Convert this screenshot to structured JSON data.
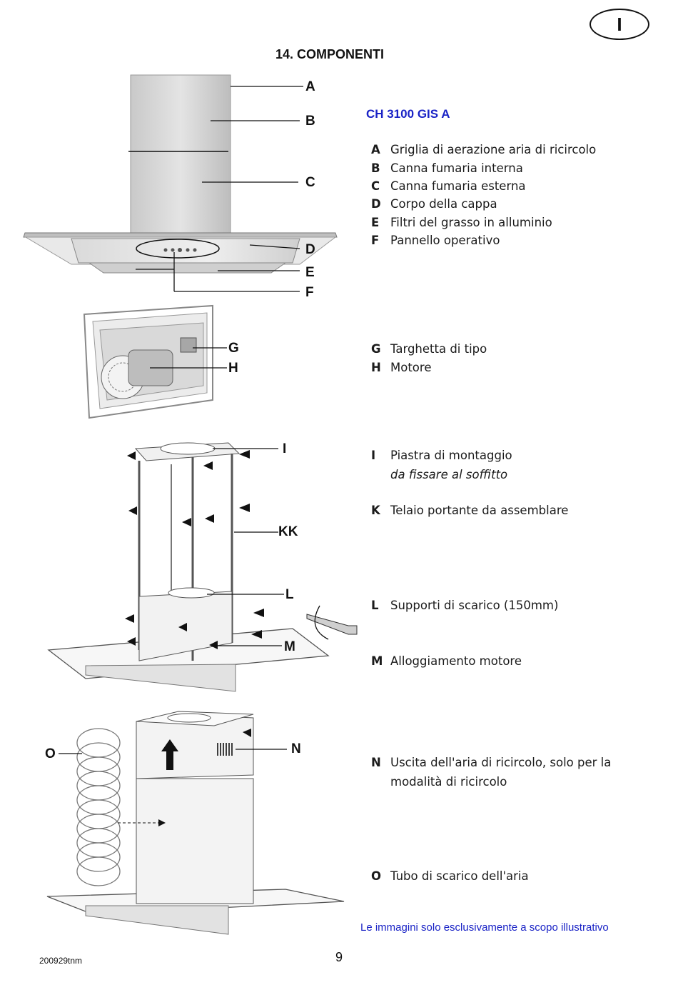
{
  "header": {
    "language_badge": "I",
    "title": "14. COMPONENTI"
  },
  "model": "CH 3100 GIS A",
  "legend": [
    {
      "key": "A",
      "text": "Griglia di aerazione aria di ricircolo"
    },
    {
      "key": "B",
      "text": "Canna fumaria interna"
    },
    {
      "key": "C",
      "text": "Canna fumaria esterna"
    },
    {
      "key": "D",
      "text": "Corpo della cappa"
    },
    {
      "key": "E",
      "text": "Filtri del grasso in alluminio"
    },
    {
      "key": "F",
      "text": "Pannello operativo"
    },
    {
      "key": "G",
      "text": "Targhetta di tipo"
    },
    {
      "key": "H",
      "text": "Motore"
    },
    {
      "key": "I",
      "text": "Piastra di montaggio",
      "sub": "da fissare al soffitto"
    },
    {
      "key": "K",
      "text": "Telaio portante da assemblare"
    },
    {
      "key": "L",
      "text": "Supporti di scarico (150mm)"
    },
    {
      "key": "M",
      "text": "Alloggiamento motore"
    },
    {
      "key": "N",
      "text": "Uscita dell'aria di ricircolo, solo per la",
      "cont": "modalità di ricircolo"
    },
    {
      "key": "O",
      "text": "Tubo di scarico dell'aria"
    }
  ],
  "callouts": [
    "A",
    "B",
    "C",
    "D",
    "E",
    "F",
    "G",
    "H",
    "I",
    "KK",
    "L",
    "M",
    "N",
    "O"
  ],
  "footer": {
    "note": "Le immagini solo esclusivamente a scopo illustrativo",
    "doc_ref": "200929tnm",
    "page_number": "9"
  }
}
